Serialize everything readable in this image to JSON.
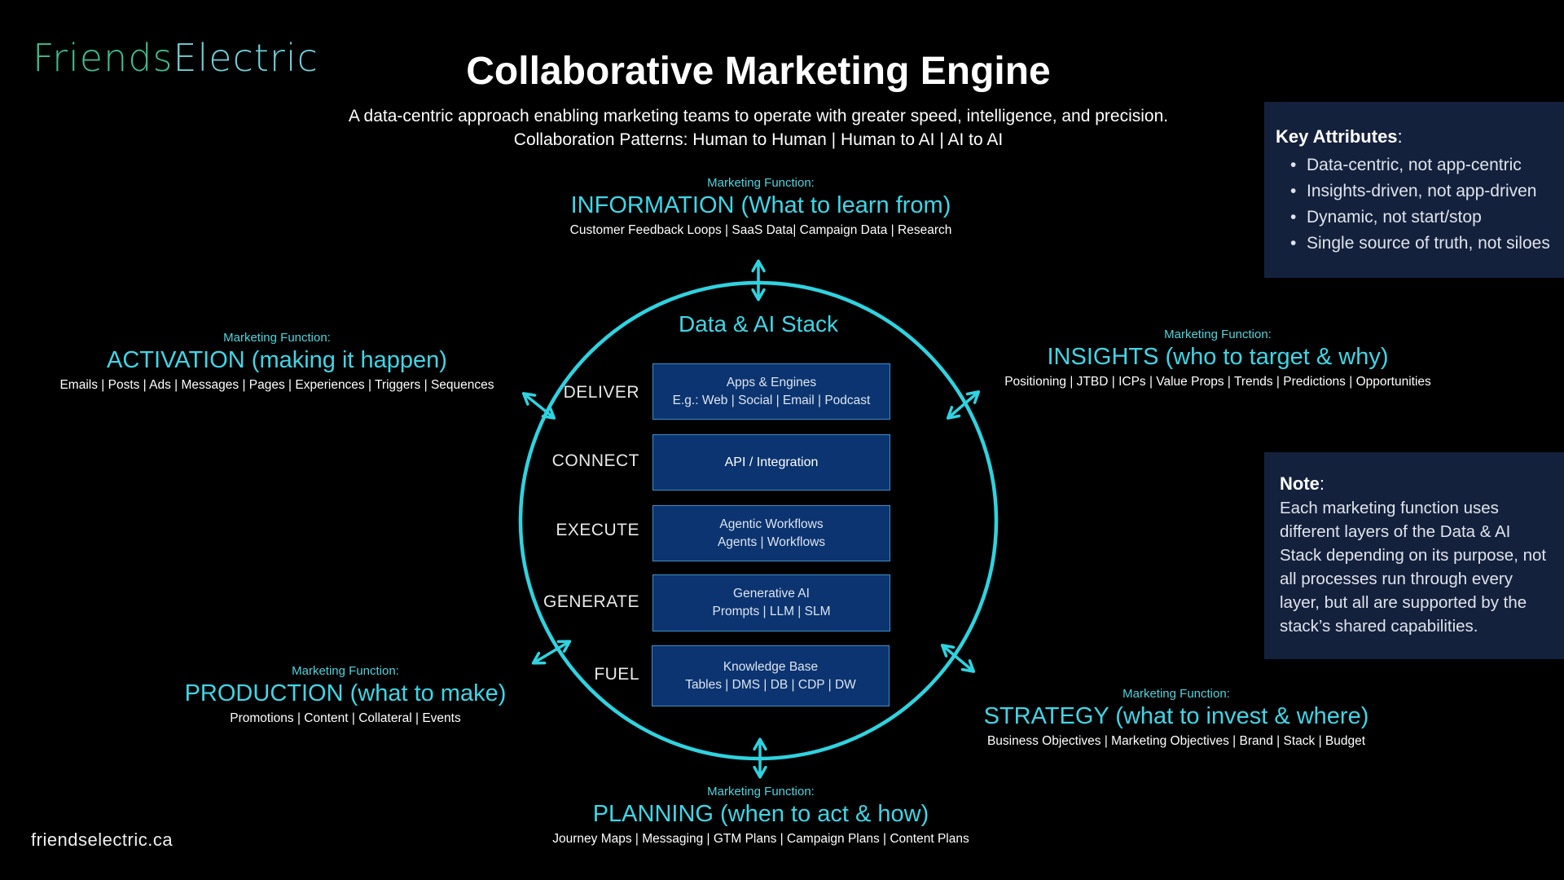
{
  "brand": {
    "logo_part1": "Friends",
    "logo_part2": "Electric",
    "website": "friendselectric.ca"
  },
  "header": {
    "title": "Collaborative Marketing Engine",
    "subtitle_line1": "A data-centric approach enabling marketing teams to operate with greater speed, intelligence, and precision.",
    "subtitle_line2": "Collaboration Patterns: Human to Human | Human to AI | AI to AI"
  },
  "key_attributes": {
    "heading": "Key Attributes",
    "items": [
      "Data-centric, not app-centric",
      "Insights-driven, not app-driven",
      "Dynamic, not start/stop",
      "Single source of truth, not siloes"
    ]
  },
  "note": {
    "heading": "Note",
    "text": "Each marketing function uses different layers of the Data & AI Stack depending on its purpose, not all processes run through every layer, but all are supported by the stack’s shared capabilities."
  },
  "functions": {
    "information": {
      "label": "Marketing Function:",
      "name": "INFORMATION (What to learn from)",
      "items": "Customer Feedback Loops | SaaS Data| Campaign Data | Research"
    },
    "activation": {
      "label": "Marketing Function:",
      "name": "ACTIVATION (making it happen)",
      "items": "Emails | Posts | Ads | Messages | Pages | Experiences | Triggers | Sequences"
    },
    "insights": {
      "label": "Marketing Function:",
      "name": "INSIGHTS (who to target & why)",
      "items": "Positioning | JTBD |  ICPs | Value Props | Trends | Predictions | Opportunities"
    },
    "production": {
      "label": "Marketing Function:",
      "name": "PRODUCTION (what to make)",
      "items": "Promotions | Content | Collateral | Events"
    },
    "strategy": {
      "label": "Marketing Function:",
      "name": "STRATEGY (what to invest & where)",
      "items": "Business Objectives | Marketing Objectives | Brand | Stack | Budget"
    },
    "planning": {
      "label": "Marketing Function:",
      "name": "PLANNING (when to act & how)",
      "items": "Journey Maps | Messaging | GTM Plans | Campaign Plans | Content Plans"
    }
  },
  "stack": {
    "title": "Data & AI Stack",
    "layers": [
      {
        "label": "DELIVER",
        "line1": "Apps & Engines",
        "line2": "E.g.: Web | Social | Email | Podcast"
      },
      {
        "label": "CONNECT",
        "line1": "API / Integration",
        "line2": ""
      },
      {
        "label": "EXECUTE",
        "line1": "Agentic Workflows",
        "line2": "Agents | Workflows"
      },
      {
        "label": "GENERATE",
        "line1": "Generative AI",
        "line2": "Prompts | LLM | SLM"
      },
      {
        "label": "FUEL",
        "line1": "Knowledge Base",
        "line2": "Tables | DMS | DB | CDP | DW"
      }
    ]
  },
  "colors": {
    "accent_cyan": "#2fd3e0",
    "panel_bg": "#14213d",
    "layer_bg": "#0b3470",
    "logo_green": "#3fbf8f",
    "logo_teal": "#6fd0d8"
  }
}
